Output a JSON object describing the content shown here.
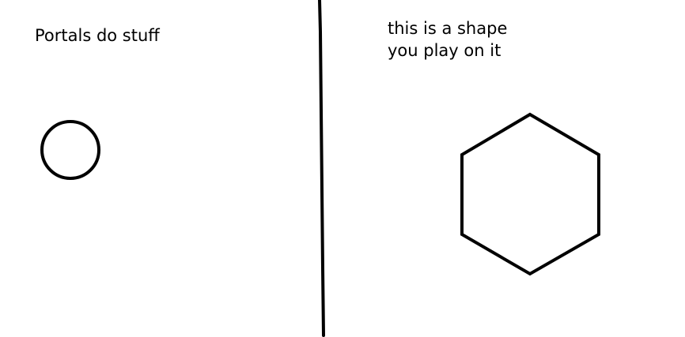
{
  "left_panel": {
    "caption": "Portals do stuff",
    "portal_icon": "circle-outline"
  },
  "right_panel": {
    "caption_lines": [
      "this is a shape",
      "you play on it"
    ],
    "board_icon": "hexagon-outline"
  },
  "divider": "vertical-line",
  "colors": {
    "background": "#ffffff",
    "ink": "#000000"
  }
}
